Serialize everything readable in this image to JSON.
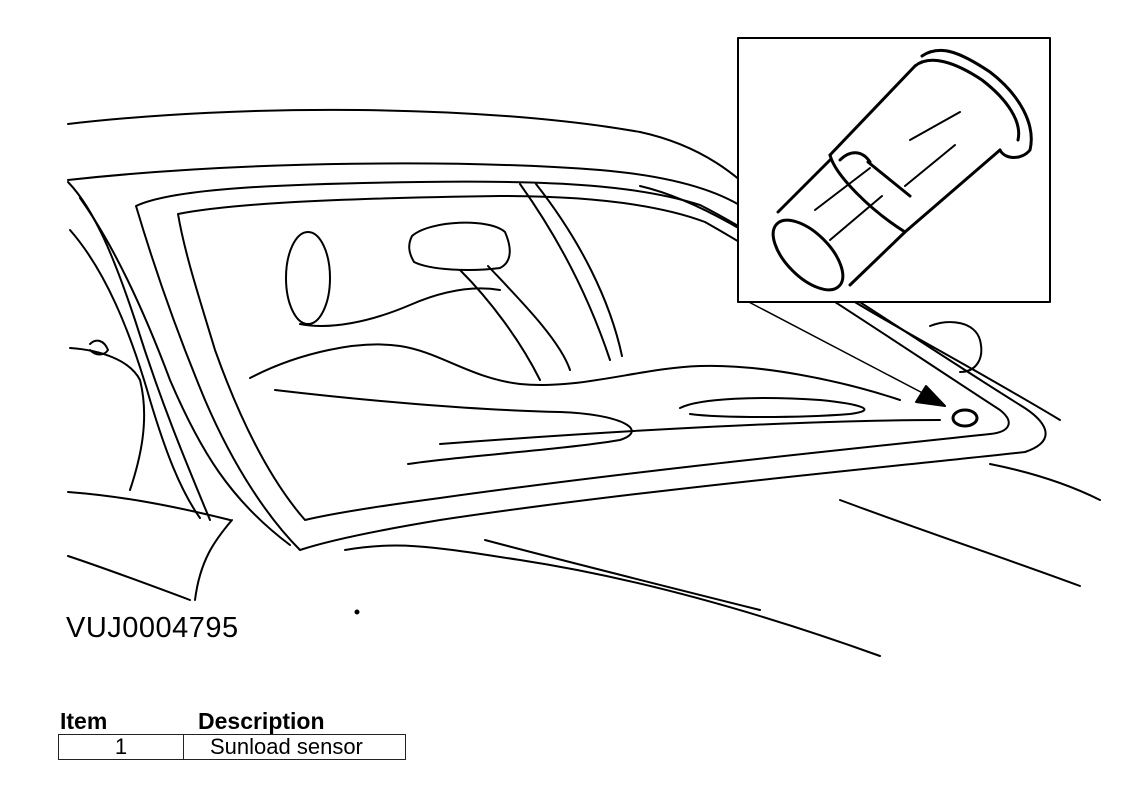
{
  "figure": {
    "reference_code": "VUJ0004795",
    "inset": "sunload-sensor-closeup"
  },
  "legend": {
    "header": {
      "item": "Item",
      "description": "Description"
    },
    "rows": [
      {
        "item": "1",
        "description": "Sunload sensor"
      }
    ]
  }
}
